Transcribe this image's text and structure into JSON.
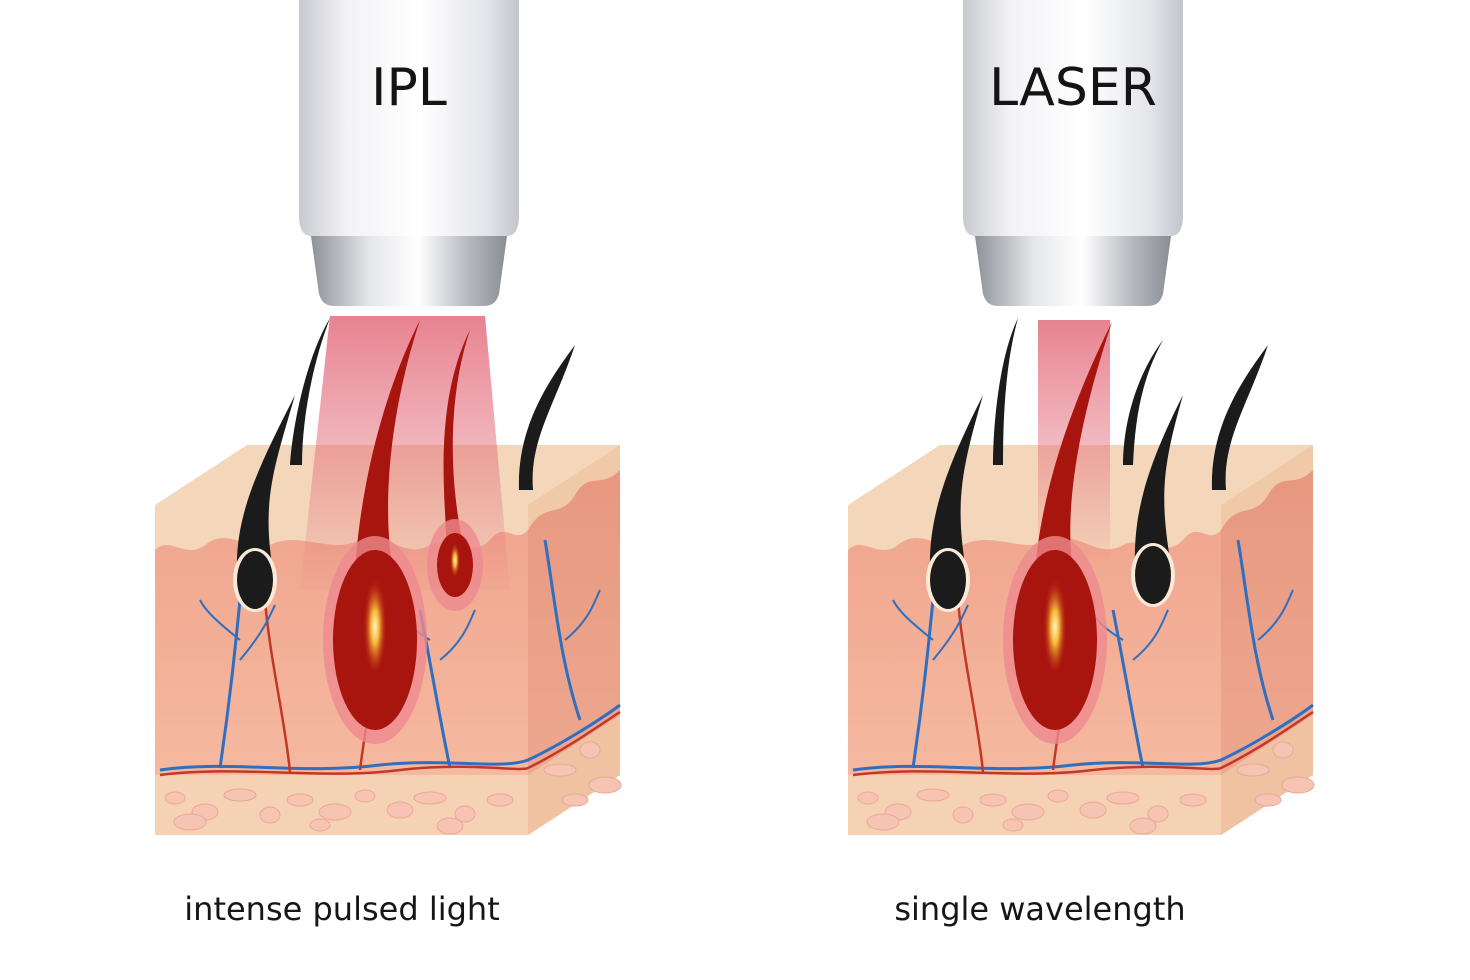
{
  "panels": [
    {
      "id": "ipl",
      "device_label": "IPL",
      "caption": "intense pulsed light",
      "beam": "wide"
    },
    {
      "id": "laser",
      "device_label": "LASER",
      "caption": "single wavelength",
      "beam": "narrow"
    }
  ],
  "colors": {
    "device_body": "#ececf0",
    "device_tip": "#b9bcc2",
    "beam": "#e0596b",
    "epidermis": "#f4d6bb",
    "dermis": "#f2a98f",
    "hypodermis": "#f6d2b4",
    "fat_cell": "#f7c3b3",
    "hair": "#1b1b1b",
    "heated_follicle": "#a8140e",
    "vein": "#2f6fc0",
    "artery": "#c23826"
  }
}
